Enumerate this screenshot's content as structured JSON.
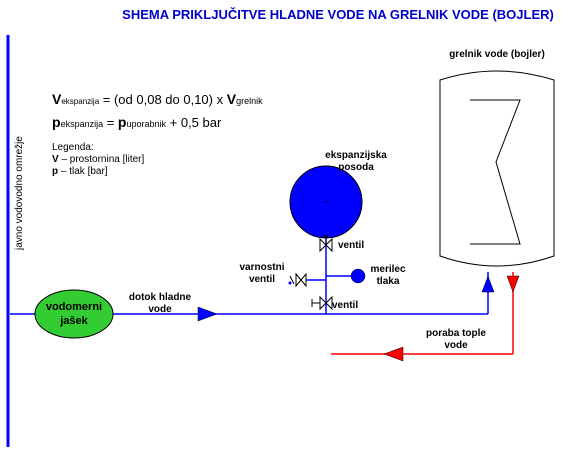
{
  "title": "SHEMA PRIKLJUČITVE HLADNE VODE NA GRELNIK VODE (BOJLER)",
  "labels": {
    "network": "javno vodovodno omrežje",
    "heater": "grelnik vode (bojler)",
    "meter_shaft": [
      "vodomerni",
      "jašek"
    ],
    "cold_inflow": [
      "dotok hladne",
      "vode"
    ],
    "hot_outflow": [
      "poraba tople",
      "vode"
    ],
    "expansion_vessel": [
      "ekspanzijska",
      "posoda"
    ],
    "valve_top": "ventil",
    "valve_bottom": "ventil",
    "safety_valve": [
      "varnostni",
      "ventil"
    ],
    "pressure_gauge": [
      "merilec",
      "tlaka"
    ]
  },
  "formula1": {
    "var": "V",
    "var_sub": "ekspanzija",
    "rhs": " = (od 0,08 do 0,10) x ",
    "var2": "V",
    "var2_sub": "grelnik"
  },
  "formula2": {
    "var": "p",
    "var_sub": "ekspanzija",
    "eq": " = ",
    "var2": "p",
    "var2_sub": "uporabnik",
    "rhs": " + 0,5 bar"
  },
  "legend": {
    "heading": "Legenda:",
    "items": [
      {
        "sym": "V",
        "text": " – prostornina [liter]"
      },
      {
        "sym": "p",
        "text": " – tlak [bar]"
      }
    ]
  },
  "colors": {
    "title": "#0000cc",
    "cold_pipe": "#0000ff",
    "hot_pipe": "#ff0000",
    "meter_fill": "#33cc33",
    "vessel_fill": "#0000ff"
  }
}
